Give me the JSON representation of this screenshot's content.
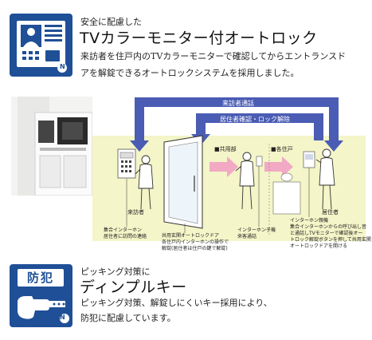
{
  "section1": {
    "icon": "intercom-panel-icon",
    "icon_badge": "N",
    "tagline": "安全に配慮した",
    "title": "TVカラーモニター付オートロック",
    "description_line1": "来訪者を住戸内のTVカラーモニターで確認してからエントランスド",
    "description_line2": "アを解錠できるオートロックシステムを採用しました。"
  },
  "diagram": {
    "arrow_top_label": "来訪者通話",
    "arrow_mid_label": "居住者確認・ロック解除",
    "section_common": "■共用部",
    "section_private": "■各住戸",
    "person_visitor": "来訪者",
    "person_resident": "居住者",
    "caption_panel_line1": "集合インターホン",
    "caption_panel_line2": "居住者に訪問の連絡",
    "caption_door_line1": "共用玄関オートロックドア",
    "caption_door_line2": "各住戸内インターホンの操作で",
    "caption_door_line3": "解錠(居住者は住戸の鍵で解錠)",
    "caption_sub_line1": "インターホン子機",
    "caption_sub_line2": "来客通話",
    "caption_master_line1": "インターホン親機",
    "caption_master_line2": "集合インターホンからの呼び出し音",
    "caption_master_line3": "と通話しTVモニターで確認後オー",
    "caption_master_line4": "トロック解錠ボタンを押して共用玄関",
    "caption_master_line5": "オートロックドアを開ける",
    "colors": {
      "arrow_blue": "#4a5cb3",
      "arrow_pink": "#f2a9c4",
      "highlight_yellow": "#f4f5c8",
      "icon_blue": "#1f4f97"
    }
  },
  "section2": {
    "icon_label": "防犯",
    "icon": "dimple-key-icon",
    "icon_badge": "N",
    "tagline": "ピッキング対策に",
    "title": "ディンプルキー",
    "description_line1": "ピッキング対策、解錠しにくいキー採用により、",
    "description_line2": "防犯に配慮しています。"
  }
}
